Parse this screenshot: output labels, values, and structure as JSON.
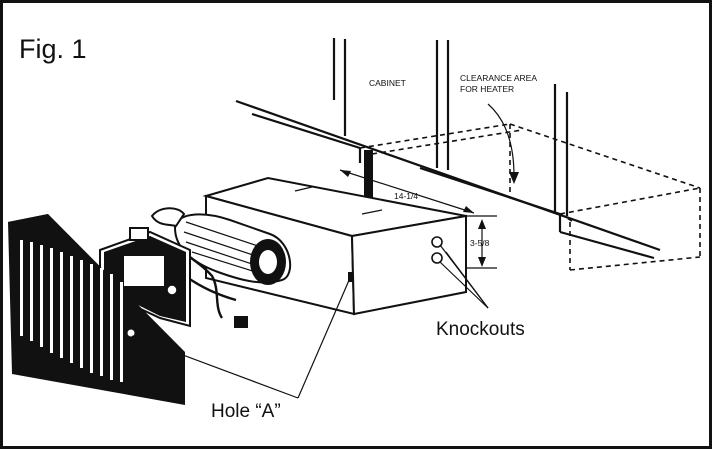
{
  "figure": {
    "title": "Fig. 1",
    "labels": {
      "cabinet": "CABINET",
      "clearance_line1": "CLEARANCE AREA",
      "clearance_line2": "FOR HEATER",
      "width_dim": "14-1/4",
      "height_dim": "3-5/8",
      "knockouts": "Knockouts",
      "hole_a": "Hole “A”"
    }
  }
}
